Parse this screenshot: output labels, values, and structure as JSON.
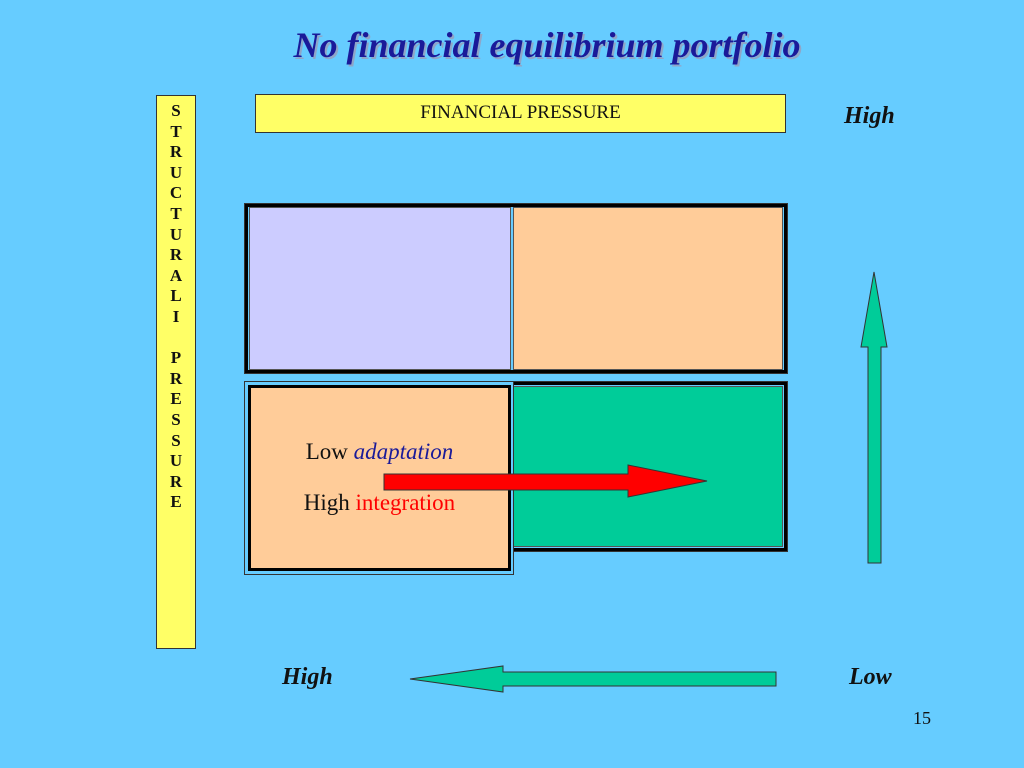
{
  "slide": {
    "title": "No financial equilibrium portfolio",
    "page_number": "15"
  },
  "axes": {
    "horizontal_label": "FINANCIAL PRESSURE",
    "vertical_label": "S\nT\nR\nU\nC\nT\nU\nR\nA\nL\nI\n\nP\nR\nE\nS\nS\nU\nR\nE",
    "vertical_high": "High",
    "horizontal_high": "High",
    "horizontal_low": "Low"
  },
  "quadrants": {
    "bottom_left": {
      "line1_prefix": "Low ",
      "line1_emph": "adaptation",
      "line2_prefix": "High ",
      "line2_emph": "integration"
    }
  },
  "colors": {
    "background": "#66CCFF",
    "label_box": "#FFFF66",
    "top_left": "#CCCCFF",
    "top_right": "#FFCC99",
    "bottom_left": "#FFCC99",
    "bottom_right": "#00CC99",
    "axis_arrow": "#00CC99",
    "move_arrow": "#FF0000"
  }
}
